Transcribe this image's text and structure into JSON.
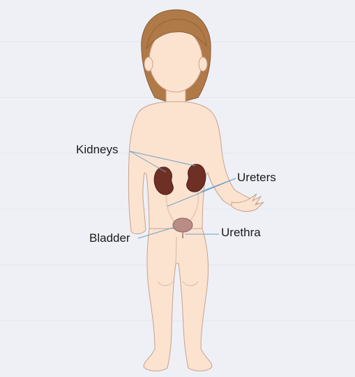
{
  "labels": {
    "kidneys": "Kidneys",
    "ureters": "Ureters",
    "bladder": "Bladder",
    "urethra": "Urethra"
  },
  "colors": {
    "background": "#eef0f6",
    "skin": "#fbe3d0",
    "skin_outline": "#c9a08a",
    "hair": "#b07a48",
    "kidney": "#6e2f25",
    "bladder": "#b98c85",
    "leader_line": "#6fa0c4"
  }
}
